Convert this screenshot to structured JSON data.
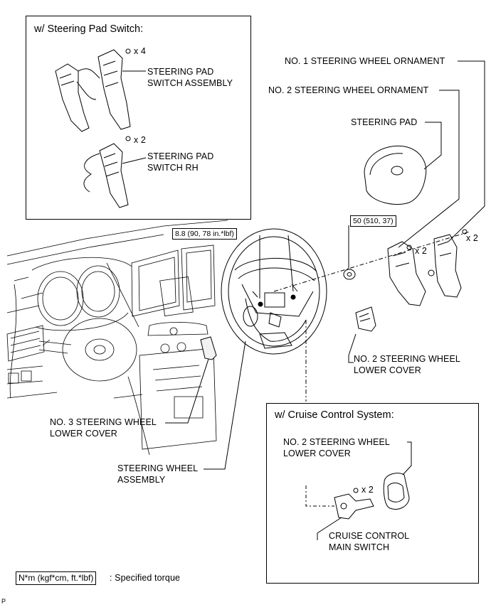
{
  "steering_pad_box": {
    "title": "w/ Steering Pad Switch:",
    "qty_screws_assembly": "x 4",
    "qty_screws_rh": "x 2",
    "label_assembly": "STEERING PAD\nSWITCH ASSEMBLY",
    "label_rh": "STEERING PAD\nSWITCH RH"
  },
  "cruise_box": {
    "title": "w/ Cruise Control System:",
    "label_lower_cover": "NO. 2 STEERING WHEEL\nLOWER COVER",
    "qty_screws": "x 2",
    "label_main_switch": "CRUISE CONTROL\nMAIN SWITCH"
  },
  "labels": {
    "no1_ornament": "NO. 1 STEERING WHEEL ORNAMENT",
    "no2_ornament": "NO. 2 STEERING WHEEL ORNAMENT",
    "steering_pad": "STEERING PAD",
    "no2_lower_cover": "NO. 2 STEERING WHEEL\nLOWER COVER",
    "no3_lower_cover": "NO. 3 STEERING WHEEL\nLOWER COVER",
    "steering_wheel_assembly": "STEERING WHEEL\nASSEMBLY",
    "qty_x2_ornament": "x 2",
    "qty_x2_ornament_inner": "x 2"
  },
  "torque": {
    "screws": "8.8 (90, 78 in.*lbf)",
    "nut": "50 (510, 37)"
  },
  "legend": {
    "unit_box": "N*m (kgf*cm, ft.*lbf)",
    "description": ": Specified torque"
  },
  "corner_mark": "P"
}
